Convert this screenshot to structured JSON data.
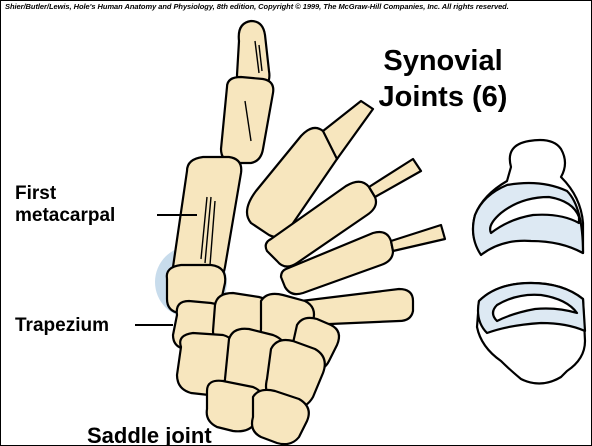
{
  "copyright": "Shier/Butler/Lewis, Hole's Human Anatomy and Physiology, 8th edition, Copyright © 1999, The McGraw-Hill Companies, Inc.  All rights reserved.",
  "title": {
    "line1": "Synovial",
    "line2": "Joints (6)"
  },
  "labels": {
    "first_metacarpal_line1": "First",
    "first_metacarpal_line2": "metacarpal",
    "trapezium": "Trapezium",
    "saddle_joint": "Saddle joint"
  },
  "colors": {
    "bone": "#F7E6BE",
    "cartilage": "#DDE9F3",
    "joint_highlight": "#C8DCEC",
    "outline": "#000000"
  }
}
